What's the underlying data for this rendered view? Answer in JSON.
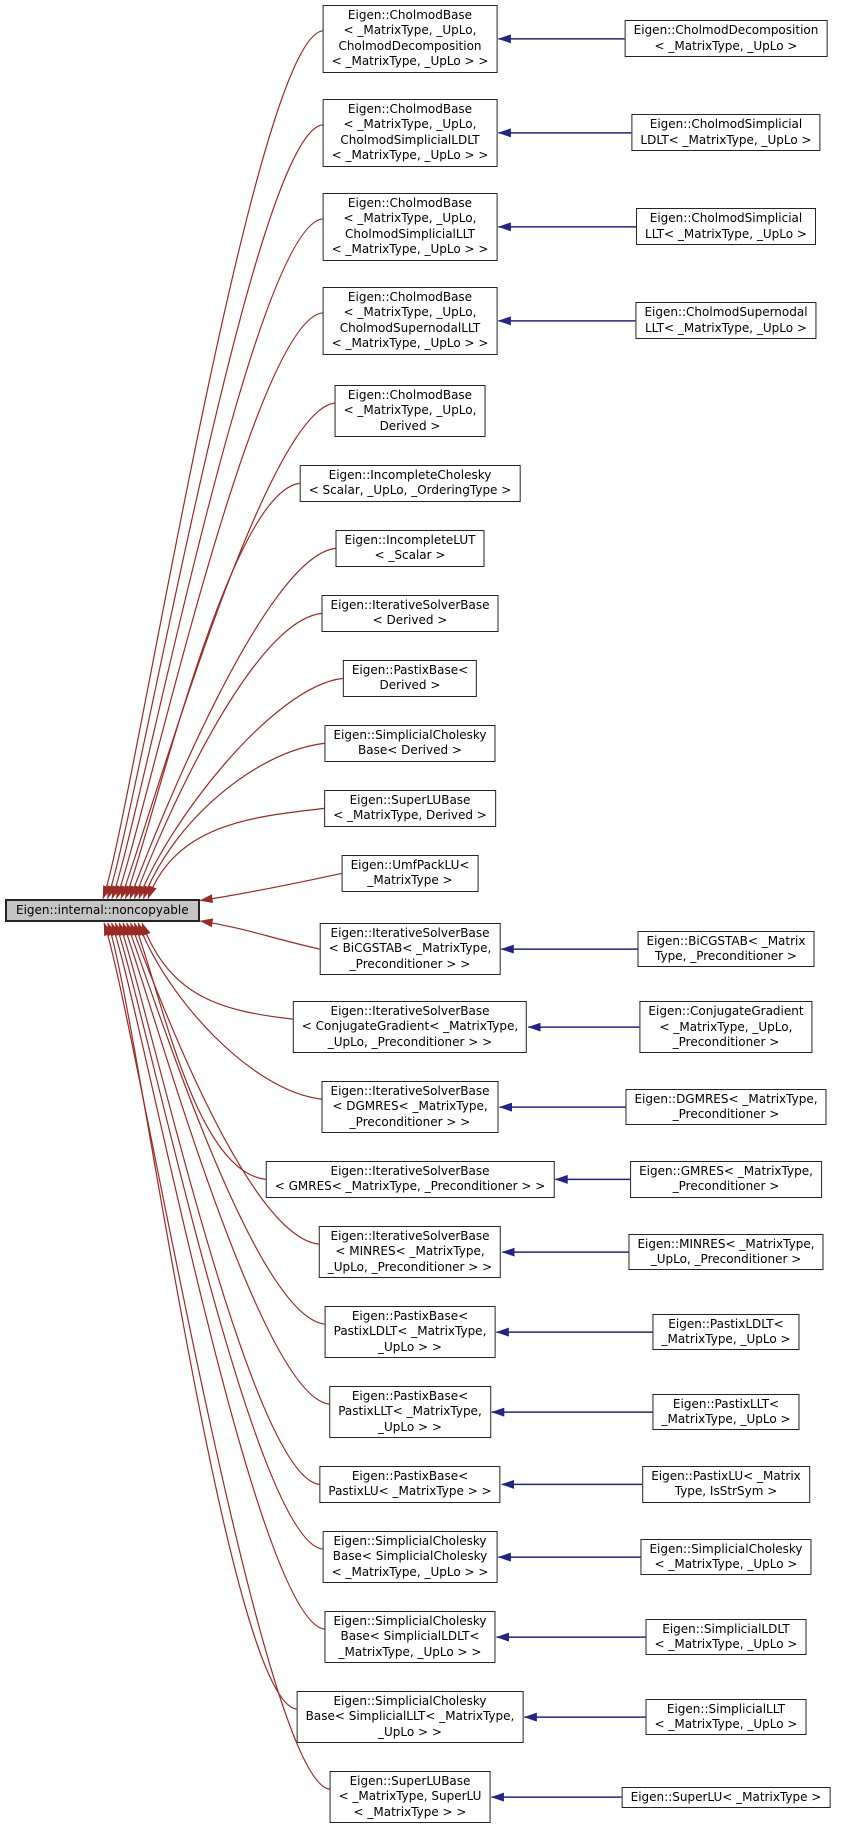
{
  "diagram": {
    "kind": "class-inheritance-graph",
    "root": {
      "label": "Eigen::internal::noncopyable"
    },
    "colors": {
      "node_fill": "#ffffff",
      "root_fill": "#c5c5c5",
      "node_border": "#242424",
      "edge_to_root": "#9a2a24",
      "edge_to_base": "#23238c"
    },
    "rows": [
      {
        "base": [
          "Eigen::CholmodBase",
          "< _MatrixType, _UpLo,",
          "CholmodDecomposition",
          "< _MatrixType, _UpLo > >"
        ],
        "derived": [
          "Eigen::CholmodDecomposition",
          "< _MatrixType, _UpLo >"
        ]
      },
      {
        "base": [
          "Eigen::CholmodBase",
          "< _MatrixType, _UpLo,",
          "CholmodSimplicialLDLT",
          "< _MatrixType, _UpLo > >"
        ],
        "derived": [
          "Eigen::CholmodSimplicial",
          "LDLT< _MatrixType, _UpLo >"
        ]
      },
      {
        "base": [
          "Eigen::CholmodBase",
          "< _MatrixType, _UpLo,",
          "CholmodSimplicialLLT",
          "< _MatrixType, _UpLo > >"
        ],
        "derived": [
          "Eigen::CholmodSimplicial",
          "LLT< _MatrixType, _UpLo >"
        ]
      },
      {
        "base": [
          "Eigen::CholmodBase",
          "< _MatrixType, _UpLo,",
          "CholmodSupernodalLLT",
          "< _MatrixType, _UpLo > >"
        ],
        "derived": [
          "Eigen::CholmodSupernodal",
          "LLT< _MatrixType, _UpLo >"
        ]
      },
      {
        "base": [
          "Eigen::CholmodBase",
          "< _MatrixType, _UpLo,",
          "Derived >"
        ]
      },
      {
        "base": [
          "Eigen::IncompleteCholesky",
          "< Scalar, _UpLo, _OrderingType >"
        ]
      },
      {
        "base": [
          "Eigen::IncompleteLUT",
          "< _Scalar >"
        ]
      },
      {
        "base": [
          "Eigen::IterativeSolverBase",
          "< Derived >"
        ]
      },
      {
        "base": [
          "Eigen::PastixBase<",
          "Derived >"
        ]
      },
      {
        "base": [
          "Eigen::SimplicialCholesky",
          "Base< Derived >"
        ]
      },
      {
        "base": [
          "Eigen::SuperLUBase",
          "< _MatrixType, Derived >"
        ]
      },
      {
        "base": [
          "Eigen::UmfPackLU<",
          "_MatrixType >"
        ]
      },
      {
        "base": [
          "Eigen::IterativeSolverBase",
          "< BiCGSTAB< _MatrixType,",
          "_Preconditioner > >"
        ],
        "derived": [
          "Eigen::BiCGSTAB< _Matrix",
          "Type, _Preconditioner >"
        ]
      },
      {
        "base": [
          "Eigen::IterativeSolverBase",
          "< ConjugateGradient< _MatrixType,",
          "_UpLo, _Preconditioner > >"
        ],
        "derived": [
          "Eigen::ConjugateGradient",
          "< _MatrixType, _UpLo,",
          "_Preconditioner >"
        ]
      },
      {
        "base": [
          "Eigen::IterativeSolverBase",
          "< DGMRES< _MatrixType,",
          "_Preconditioner > >"
        ],
        "derived": [
          "Eigen::DGMRES< _MatrixType,",
          "_Preconditioner >"
        ]
      },
      {
        "base": [
          "Eigen::IterativeSolverBase",
          "< GMRES< _MatrixType, _Preconditioner > >"
        ],
        "derived": [
          "Eigen::GMRES< _MatrixType,",
          "_Preconditioner >"
        ]
      },
      {
        "base": [
          "Eigen::IterativeSolverBase",
          "< MINRES< _MatrixType,",
          "_UpLo, _Preconditioner > >"
        ],
        "derived": [
          "Eigen::MINRES< _MatrixType,",
          "_UpLo, _Preconditioner >"
        ]
      },
      {
        "base": [
          "Eigen::PastixBase<",
          "PastixLDLT< _MatrixType,",
          "_UpLo > >"
        ],
        "derived": [
          "Eigen::PastixLDLT<",
          "_MatrixType, _UpLo >"
        ]
      },
      {
        "base": [
          "Eigen::PastixBase<",
          "PastixLLT< _MatrixType,",
          "_UpLo > >"
        ],
        "derived": [
          "Eigen::PastixLLT<",
          "_MatrixType, _UpLo >"
        ]
      },
      {
        "base": [
          "Eigen::PastixBase<",
          "PastixLU< _MatrixType > >"
        ],
        "derived": [
          "Eigen::PastixLU< _Matrix",
          "Type, IsStrSym >"
        ]
      },
      {
        "base": [
          "Eigen::SimplicialCholesky",
          "Base< SimplicialCholesky",
          "< _MatrixType, _UpLo > >"
        ],
        "derived": [
          "Eigen::SimplicialCholesky",
          "< _MatrixType, _UpLo >"
        ]
      },
      {
        "base": [
          "Eigen::SimplicialCholesky",
          "Base< SimplicialLDLT<",
          "_MatrixType, _UpLo > >"
        ],
        "derived": [
          "Eigen::SimplicialLDLT",
          "< _MatrixType, _UpLo >"
        ]
      },
      {
        "base": [
          "Eigen::SimplicialCholesky",
          "Base< SimplicialLLT< _MatrixType,",
          "_UpLo > >"
        ],
        "derived": [
          "Eigen::SimplicialLLT",
          "< _MatrixType, _UpLo >"
        ]
      },
      {
        "base": [
          "Eigen::SuperLUBase",
          "< _MatrixType, SuperLU",
          "< _MatrixType > >"
        ],
        "derived": [
          "Eigen::SuperLU< _MatrixType >"
        ]
      }
    ]
  }
}
